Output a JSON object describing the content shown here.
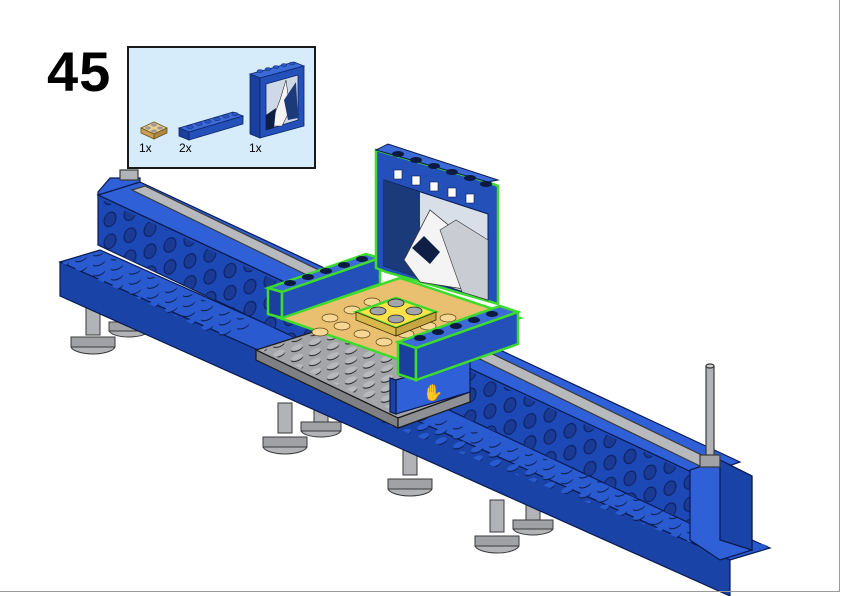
{
  "step": {
    "number": "45"
  },
  "parts": [
    {
      "name": "plate-2x2-tan-with-grey-studs",
      "qty": "1x",
      "color": "#e8c070"
    },
    {
      "name": "brick-1x6-blue",
      "qty": "2x",
      "color": "#1f4fbf"
    },
    {
      "name": "window-frame-1x6x5-blue-with-poster",
      "qty": "1x",
      "color": "#1f4fbf"
    }
  ],
  "colors": {
    "callout_bg": "#d6ecfb",
    "brick_blue": "#1f4fbf",
    "brick_blue_dark": "#10308a",
    "plate_grey": "#a3a5a8",
    "plate_tan": "#e8c070",
    "highlight_new": "#3ddc2c",
    "highlight_yellow": "#ffe24a"
  }
}
